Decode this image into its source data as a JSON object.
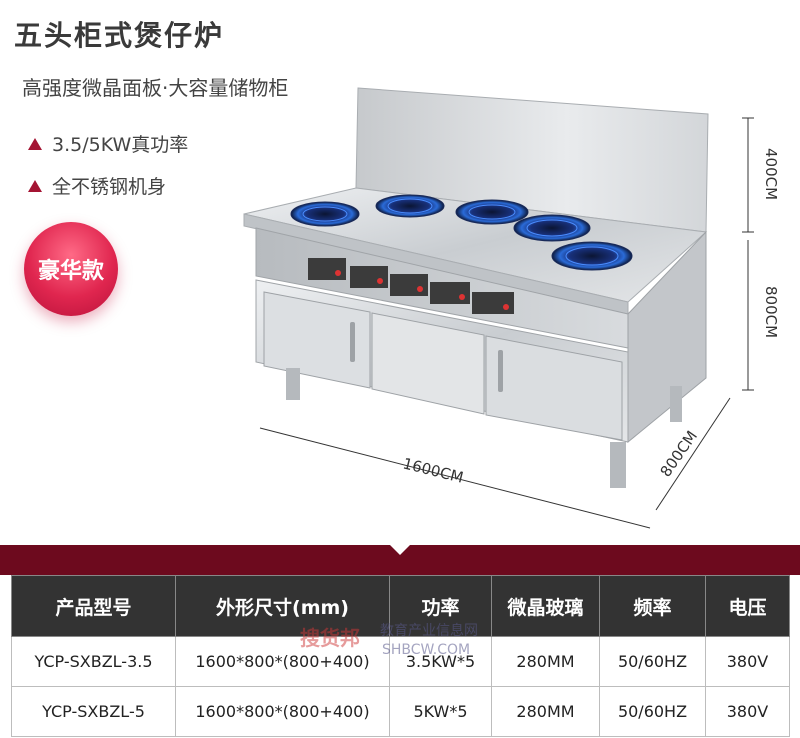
{
  "header": {
    "title": "五头柜式煲仔炉",
    "subtitle": "高强度微晶面板·大容量储物柜",
    "features": [
      "3.5/5KW真功率",
      "全不锈钢机身"
    ],
    "badge": "豪华款"
  },
  "dimensions": {
    "height_top": "400CM",
    "height_bottom": "800CM",
    "width": "1600CM",
    "depth": "800CM"
  },
  "table": {
    "headers": [
      "产品型号",
      "外形尺寸(mm)",
      "功率",
      "微晶玻璃",
      "频率",
      "电压"
    ],
    "rows": [
      [
        "YCP-SXBZL-3.5",
        "1600*800*(800+400)",
        "3.5KW*5",
        "280MM",
        "50/60HZ",
        "380V"
      ],
      [
        "YCP-SXBZL-5",
        "1600*800*(800+400)",
        "5KW*5",
        "280MM",
        "50/60HZ",
        "380V"
      ]
    ]
  },
  "watermark": {
    "logo_text": "搜货邦",
    "line1": "教育产业信息网",
    "line2": "SHBCW.COM"
  },
  "colors": {
    "accent": "#a41433",
    "banner": "#6d0a1e",
    "table_header": "#333333",
    "badge": "#e0264f"
  }
}
